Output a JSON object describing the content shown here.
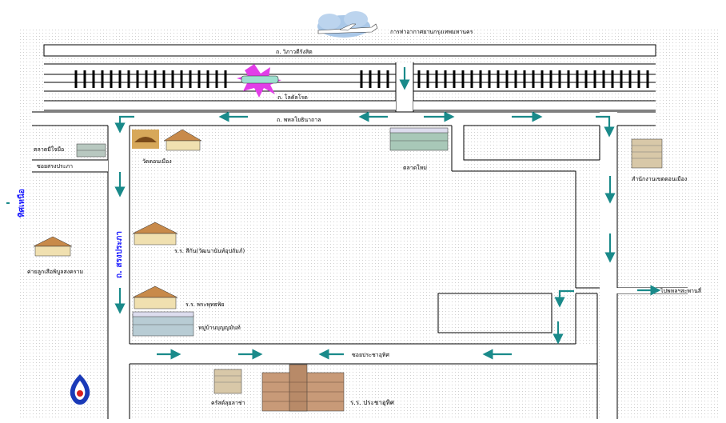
{
  "colors": {
    "road_line": "#000000",
    "arrow": "#1a8a8a",
    "north_label": "#1a1aff",
    "road_label_vertical": "#1a1aff",
    "rail": "#000000",
    "dot": "#c8c8c8"
  },
  "labels": {
    "airport": "การท่าอากาศยานกรุงเทพมหานคร",
    "road_top": "ถ. วิภาวดีรังสิต",
    "railway": "ถ. โลคัลโรด",
    "road_phahon": "ถ. พหลโยธินาถาล",
    "market_mueang": "ตลาดมีใจมือ",
    "soi_songprapa": "ซอยสรงประภา",
    "temple": "วัดดอนเมือง",
    "new_market": "ตลาดใหม่",
    "district_office": "สำนักงานเขตดอนเมือง",
    "north": "ทิศเหนือ",
    "military_camp": "ค่ายลูกเสือพิบูลสงคราม",
    "road_songprapa": "ถ. สรงประภา",
    "school_1": "ร.ร. สีกัน(วัฒนานันท์อุปถัมภ์)",
    "school_2": "ร.ร. พระพุทธพิย",
    "village": "หมู่บ้านบุญญมันท์",
    "right_exit": "ไปพหลฯสะพานลี่",
    "soi_bottom": "ซอยประชาอุทิศ",
    "church": "ครัสต์ลุยลาช่า",
    "school_bottom": "ร.ร. ประชาอุทิศ"
  },
  "icons": {
    "airport": "airport-plane-cloud-icon",
    "train": "train-icon",
    "logo": "school-logo-icon"
  }
}
